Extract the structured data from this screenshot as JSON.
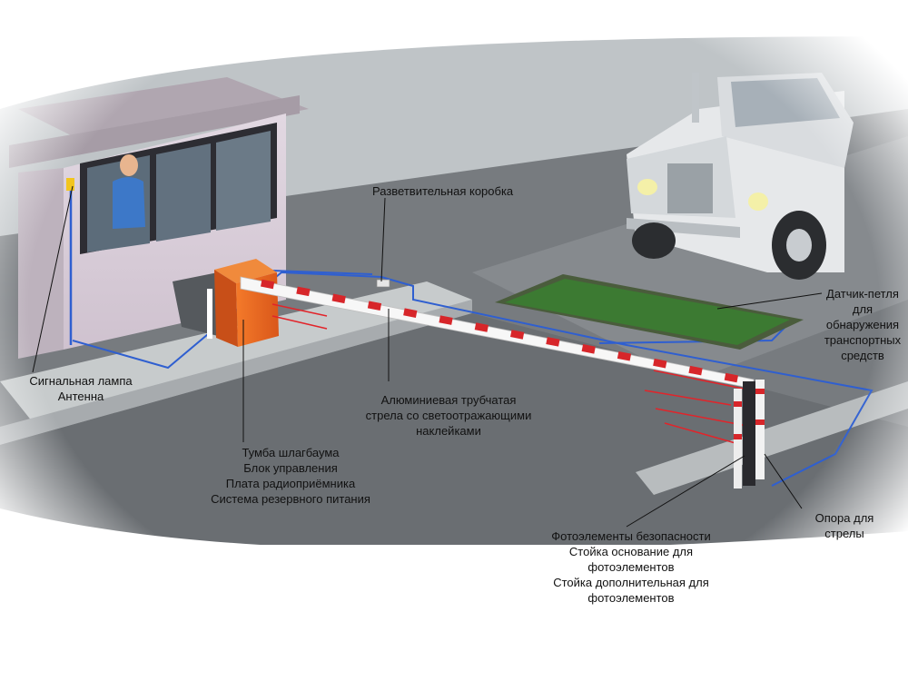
{
  "labels": {
    "junction_box": "Разветвительная коробка",
    "loop_sensor": [
      "Датчик-петля",
      "для",
      "обнаружения",
      "транспортных",
      "средств"
    ],
    "signal_lamp": [
      "Сигнальная лампа",
      "Антенна"
    ],
    "boom_arm": [
      "Алюминиевая трубчатая",
      "стрела со светоотражающими",
      "наклейками"
    ],
    "barrier_cabinet": [
      "Тумба шлагбаума",
      "Блок управления",
      "Плата радиоприёмника",
      "Система резервного питания"
    ],
    "photocells": [
      "Фотоэлементы безопасности",
      "Стойка основание для",
      "фотоэлементов",
      "Стойка дополнительная для",
      "фотоэлементов"
    ],
    "boom_support": [
      "Опора для",
      "стрелы"
    ]
  },
  "colors": {
    "ground": "#6e7276",
    "road_light": "#c9cdcf",
    "booth_wall": "#d8cdd8",
    "cabinet": "#ef6a1c",
    "cable": "#2f5fd0",
    "loop_green": "#3c7a32",
    "boom_stripe": "#d7262a"
  }
}
